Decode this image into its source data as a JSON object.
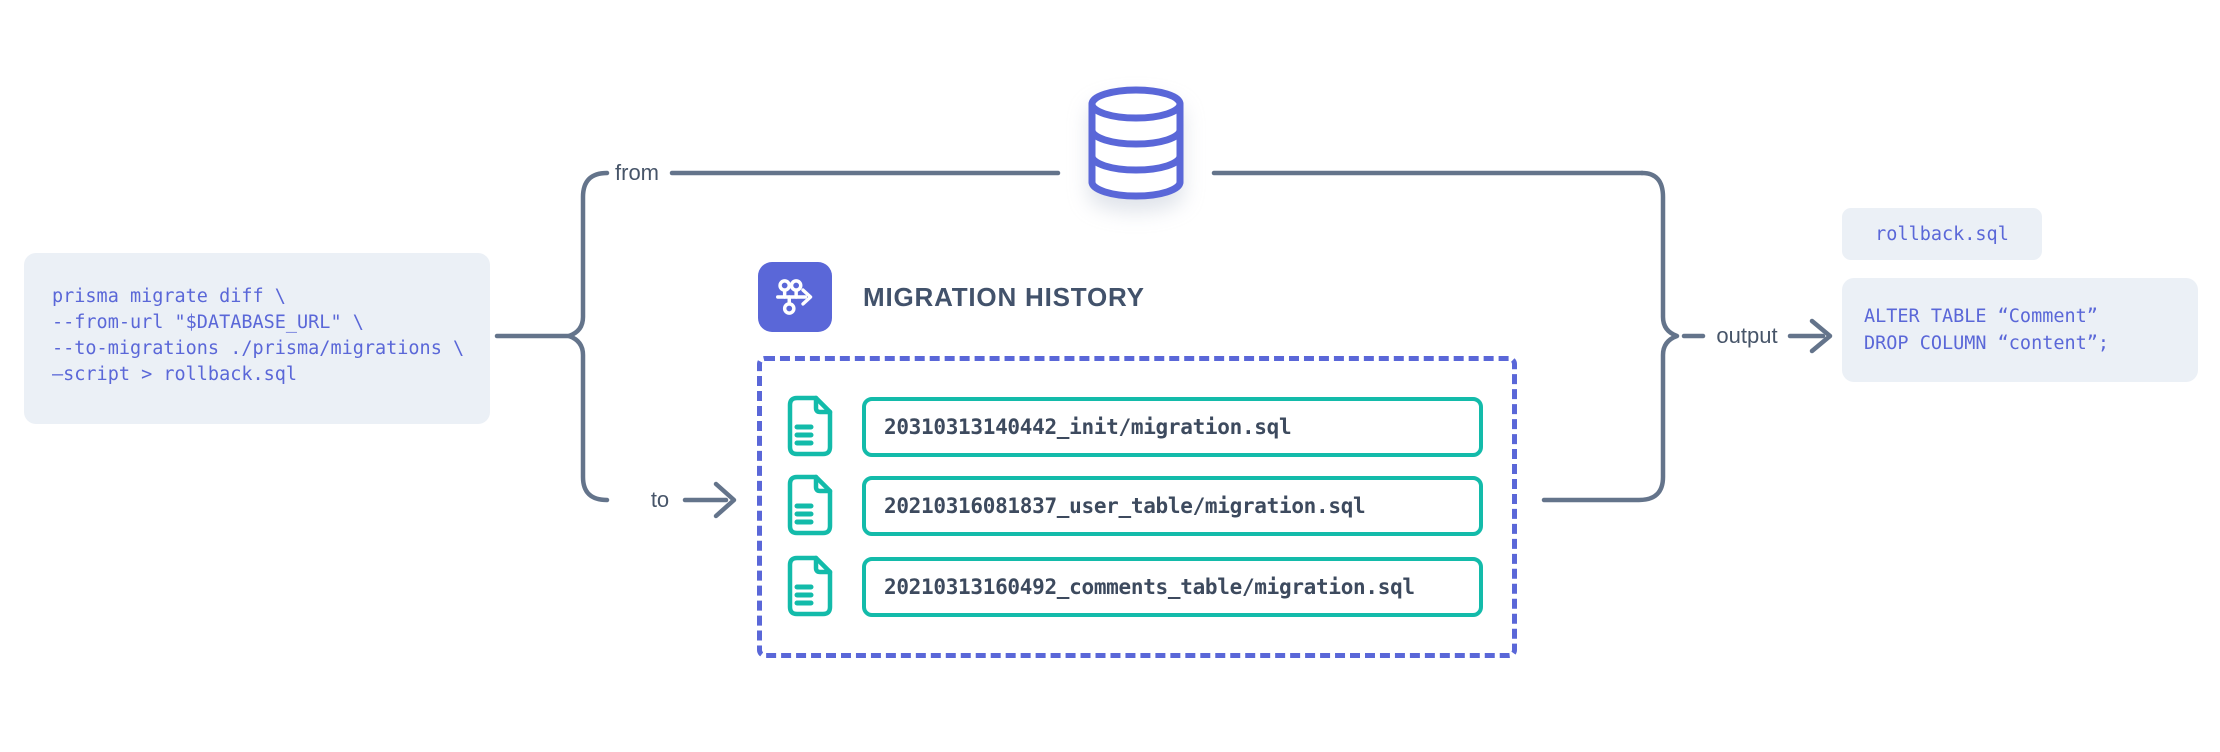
{
  "diagram_title": "prisma migrate diff rollback flow",
  "command": {
    "lines": [
      "prisma migrate diff \\",
      "--from-url \"$DATABASE_URL\" \\",
      "--to-migrations ./prisma/migrations \\",
      "–script > rollback.sql"
    ]
  },
  "connectors": {
    "from_label": "from",
    "to_label": "to",
    "output_label": "output"
  },
  "database": {
    "icon": "database-cylinder-icon"
  },
  "migration_history": {
    "title": "MIGRATION HISTORY",
    "icon": "branch-timeline-icon",
    "items": [
      {
        "filename": "20310313140442_init/migration.sql",
        "icon": "sql-file-icon"
      },
      {
        "filename": "20210316081837_user_table/migration.sql",
        "icon": "sql-file-icon"
      },
      {
        "filename": "20210313160492_comments_table/migration.sql",
        "icon": "sql-file-icon"
      }
    ]
  },
  "output": {
    "filename_badge": "rollback.sql",
    "sql": {
      "lines": [
        "ALTER TABLE “Comment”",
        "DROP COLUMN “content”;"
      ]
    }
  },
  "colors": {
    "indigo_accent": "#5A67D8",
    "teal_accent": "#13BBAA",
    "connector_gray": "#64748B",
    "block_background": "#EBF0F6",
    "title_text": "#42526B",
    "row_text": "#3D4A5E"
  }
}
